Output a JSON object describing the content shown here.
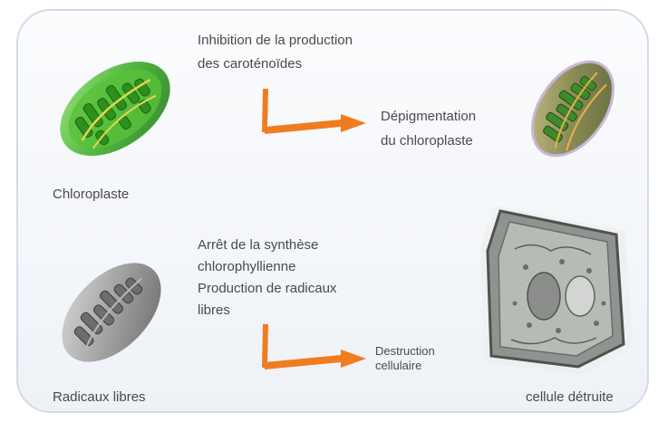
{
  "captions": {
    "chloroplast": "Chloroplaste",
    "free_radicals": "Radicaux libres",
    "destroyed_cell": "cellule détruite"
  },
  "top_step": {
    "cause_line1": "Inhibition de la production",
    "cause_line2": "des caroténoïdes",
    "effect_line1": "Dépigmentation",
    "effect_line2": "du chloroplaste"
  },
  "bottom_step": {
    "cause_line1": "Arrêt de la synthèse",
    "cause_line2": "chlorophyllienne",
    "cause_line3": "Production de radicaux",
    "cause_line4": "libres",
    "effect_line1": "Destruction",
    "effect_line2": "cellulaire"
  },
  "colors": {
    "arrow": "#f07c20",
    "chloroplast_green": "#3fae2a",
    "panel_border": "#d4dbe6"
  }
}
